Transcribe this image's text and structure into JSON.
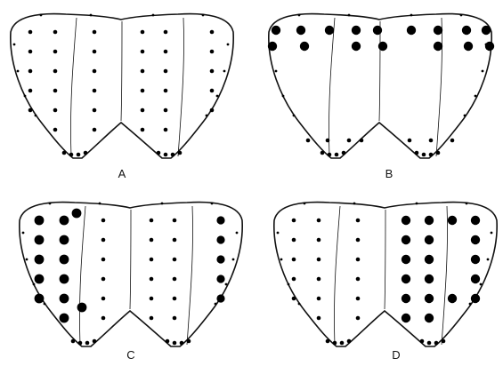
{
  "figure": {
    "panels": [
      {
        "label": "A",
        "pattern": "uniform-small"
      },
      {
        "label": "B",
        "pattern": "large-apical-rows"
      },
      {
        "label": "C",
        "pattern": "large-left-outer-columns"
      },
      {
        "label": "D",
        "pattern": "large-right-lobe"
      }
    ],
    "colors": {
      "outline": "#111111",
      "dot": "#000000",
      "background": "#ffffff"
    }
  }
}
